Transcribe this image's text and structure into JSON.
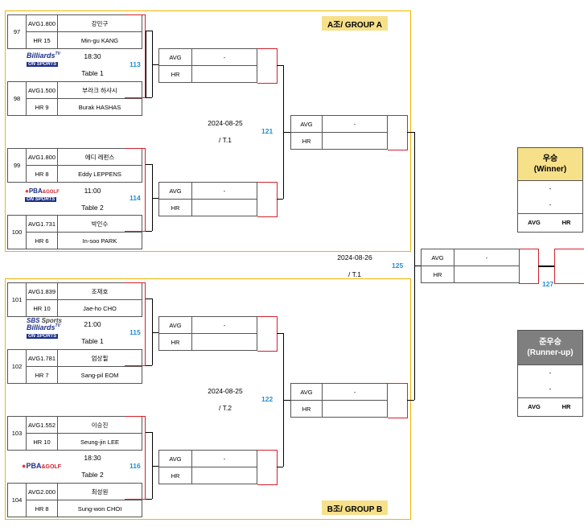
{
  "groups": {
    "a_label": "A조/ GROUP A",
    "b_label": "B조/ GROUP B"
  },
  "players": [
    {
      "seed": "97",
      "avg": "AVG1.800",
      "hr": "HR 15",
      "name_ko": "강민구",
      "name_en": "Min-gu KANG"
    },
    {
      "seed": "98",
      "avg": "AVG1.500",
      "hr": "HR 9",
      "name_ko": "부라크 하샤시",
      "name_en": "Burak HASHAS"
    },
    {
      "seed": "99",
      "avg": "AVG1.800",
      "hr": "HR 8",
      "name_ko": "에디 레펀스",
      "name_en": "Eddy LEPPENS"
    },
    {
      "seed": "100",
      "avg": "AVG1.731",
      "hr": "HR 6",
      "name_ko": "박인수",
      "name_en": "In-soo PARK"
    },
    {
      "seed": "101",
      "avg": "AVG1.839",
      "hr": "HR 10",
      "name_ko": "조재호",
      "name_en": "Jae-ho CHO"
    },
    {
      "seed": "102",
      "avg": "AVG1.781",
      "hr": "HR 7",
      "name_ko": "엄상필",
      "name_en": "Sang-pil EOM"
    },
    {
      "seed": "103",
      "avg": "AVG1.552",
      "hr": "HR 10",
      "name_ko": "이승진",
      "name_en": "Seung-jin LEE"
    },
    {
      "seed": "104",
      "avg": "AVG2.000",
      "hr": "HR 8",
      "name_ko": "최성원",
      "name_en": "Sung-won CHOI"
    }
  ],
  "r16": [
    {
      "num": "113",
      "time": "18:30",
      "table": "Table 1",
      "broadcaster": "Billiards TV ON SPORTS"
    },
    {
      "num": "114",
      "time": "11:00",
      "table": "Table 2",
      "broadcaster": "PBA & GOLF ON SPORTS"
    },
    {
      "num": "115",
      "time": "21:00",
      "table": "Table 1",
      "broadcaster": "SBS Sports Billiards ON SPORTS"
    },
    {
      "num": "116",
      "time": "18:30",
      "table": "Table 2",
      "broadcaster": "PBA & GOLF"
    }
  ],
  "match_box": {
    "avg": "AVG",
    "hr": "HR",
    "value": "-"
  },
  "qf": [
    {
      "num": "121",
      "date": "2024-08-25",
      "table": "/ T.1"
    },
    {
      "num": "122",
      "date": "2024-08-25",
      "table": "/ T.2"
    }
  ],
  "final": {
    "num": "125",
    "date": "2024-08-26",
    "table": "/ T.1"
  },
  "third": {
    "num": "127"
  },
  "winner": {
    "title_ko": "우승",
    "title_en": "(Winner)",
    "line1": "-",
    "line2": "-",
    "avg": "AVG",
    "hr": "HR",
    "color": "#f7e08a"
  },
  "runnerup": {
    "title_ko": "준우승",
    "title_en": "(Runner-up)",
    "line1": "-",
    "line2": "-",
    "avg": "AVG",
    "hr": "HR",
    "color": "#7f7f7f"
  },
  "colors": {
    "group_border": "#f2b400",
    "bracket_red": "#d2222d",
    "match_num": "#1f8fd0",
    "group_label_bg": "#f7e08a"
  }
}
